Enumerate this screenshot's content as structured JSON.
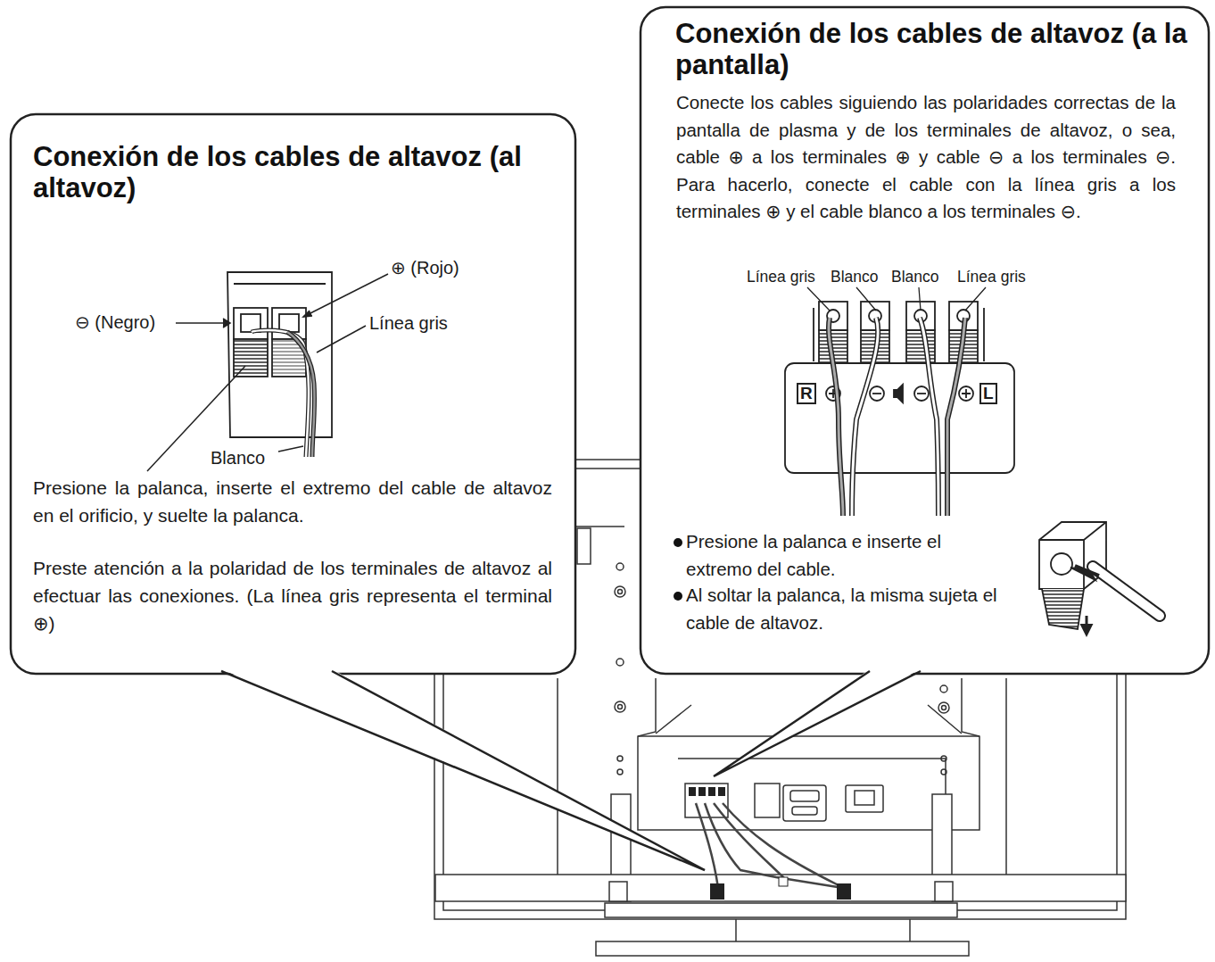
{
  "diagram": {
    "nodes": [
      {
        "text": [
          "Conexión de los cables de altavoz (al altavoz)",
          "Presione la palanca, inserte el extremo del cable de altavoz en el orificio, y suelte la palanca.",
          "Preste atención a la polaridad de los terminales de altavoz al efectuar las conexiones. (La línea gris representa el terminal ⊕)"
        ]
      },
      {
        "text": [
          "Conexión de los cables de altavoz (a la pantalla)",
          "Conecte los cables siguiendo las polaridades correctas de la pantalla de plasma y de los terminales de altavoz, o sea, cable ⊕ a los terminales ⊕ y cable ⊖ a los terminales ⊖. Para hacerlo, conecte el cable con la línea gris a los terminales ⊕ y el cable blanco a los terminales ⊖.",
          "Presione la palanca e inserte el extremo del cable.",
          "Al soltar la palanca, la misma sujeta el cable de altavoz."
        ]
      }
    ],
    "labels": [
      "⊕ (Rojo)",
      "⊖ (Negro)",
      "Línea gris",
      "Blanco",
      "Línea gris",
      "Blanco",
      "Blanco",
      "Línea gris",
      "R",
      "L"
    ]
  }
}
